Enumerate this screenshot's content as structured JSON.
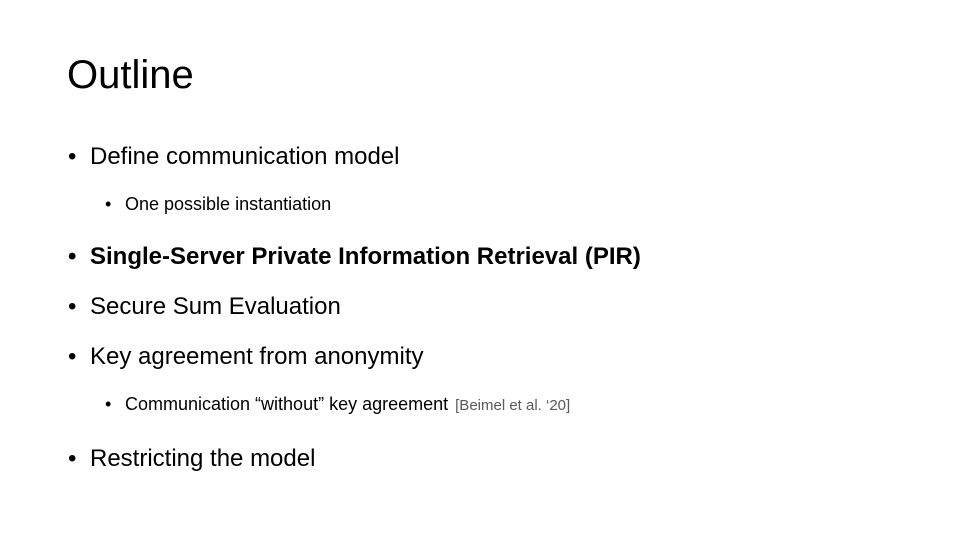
{
  "slide": {
    "title": "Outline",
    "bullet_glyph": "•",
    "text_color": "#000000",
    "citation_color": "#595959",
    "background_color": "#ffffff",
    "items": [
      {
        "level": 1,
        "text": "Define communication model",
        "bold": false,
        "citation": ""
      },
      {
        "level": 2,
        "text": "One possible instantiation",
        "bold": false,
        "citation": ""
      },
      {
        "level": 1,
        "text": "Single-Server Private Information Retrieval (PIR)",
        "bold": true,
        "citation": ""
      },
      {
        "level": 1,
        "text": "Secure Sum Evaluation",
        "bold": false,
        "citation": ""
      },
      {
        "level": 1,
        "text": "Key agreement from anonymity",
        "bold": false,
        "citation": ""
      },
      {
        "level": 2,
        "text": "Communication “without” key agreement",
        "bold": false,
        "citation": "[Beimel et al. ‘20]"
      },
      {
        "level": 1,
        "text": "Restricting the model",
        "bold": false,
        "citation": ""
      }
    ]
  }
}
